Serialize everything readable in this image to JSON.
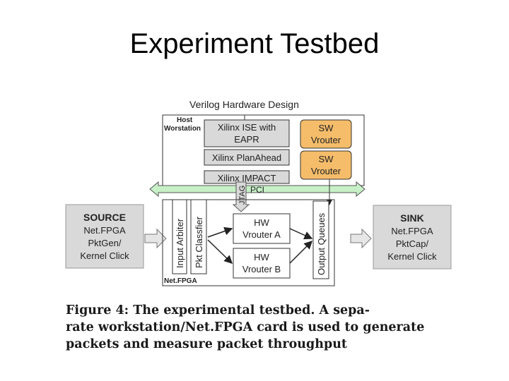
{
  "slide": {
    "title": "Experiment Testbed"
  },
  "diagram": {
    "header": "Verilog Hardware Design",
    "host_label": [
      "Host",
      "Worstation"
    ],
    "tools": [
      "Xilinx ISE with",
      "EAPR",
      "Xilinx PlanAhead",
      "Xilinx IMPACT"
    ],
    "sw_vrouters": [
      [
        "SW",
        "Vrouter"
      ],
      [
        "SW",
        "Vrouter"
      ]
    ],
    "pci": "PCI",
    "jtag": "JTAG",
    "source": [
      "SOURCE",
      "Net.FPGA",
      "PktGen/",
      "Kernel Click"
    ],
    "sink": [
      "SINK",
      "Net.FPGA",
      "PktCap/",
      "Kernel Click"
    ],
    "input_arbiter": "Input Arbiter",
    "pkt_classifier": "Pkt Classfier",
    "hw_vrouter_a": [
      "HW",
      "Vrouter A"
    ],
    "hw_vrouter_b": [
      "HW",
      "Vrouter B"
    ],
    "output_queues": "Output Queues",
    "netfpga_label": "Net.FPGA",
    "colors": {
      "orange": "#f5bc6a",
      "green": "#c7f0c7",
      "gray": "#d9d9d9"
    }
  },
  "caption": {
    "line1": [
      "Figure",
      "4:",
      "The",
      "experimental",
      "testbed.",
      "A",
      "sepa-"
    ],
    "line2": [
      "rate",
      "workstation/Net.FPGA",
      "card",
      "is",
      "used",
      "to",
      "generate"
    ],
    "line3": "packets and measure packet throughput"
  }
}
